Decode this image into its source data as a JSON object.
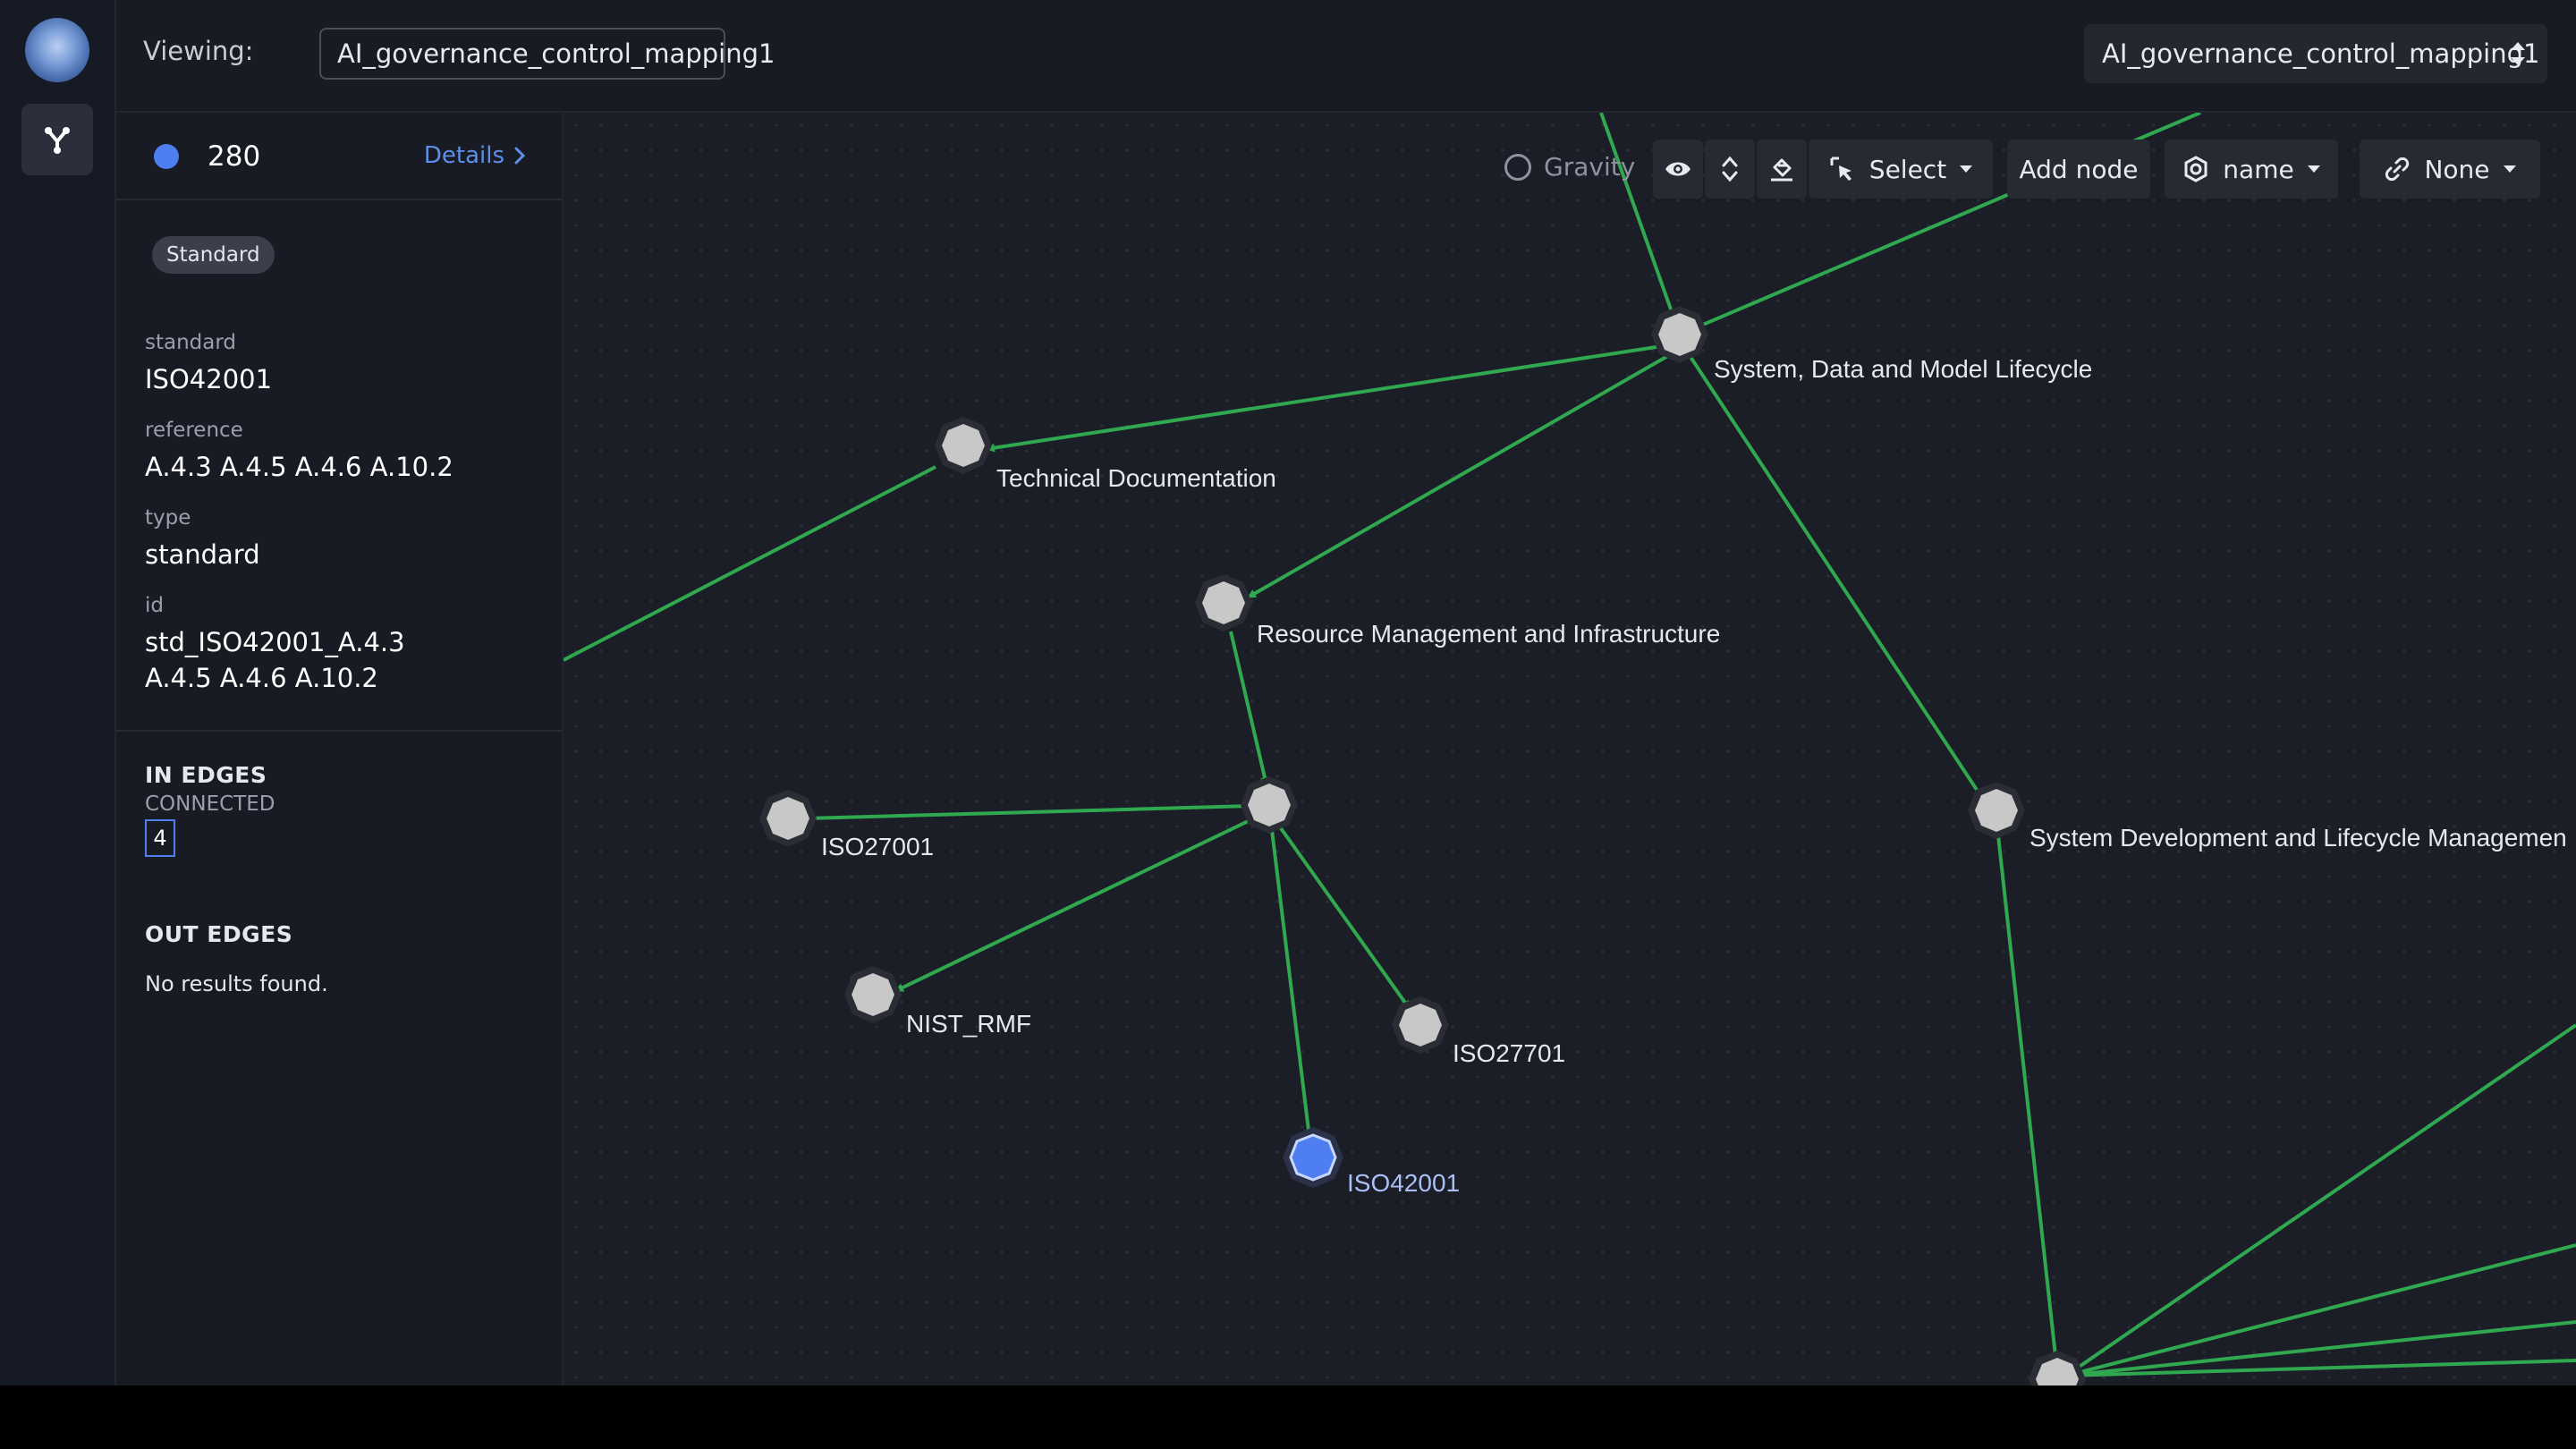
{
  "topbar": {
    "viewing_label": "Viewing:",
    "viewing_value": "AI_governance_control_mapping1",
    "graph_select": "AI_governance_control_mapping1"
  },
  "panel": {
    "count": "280",
    "details_label": "Details",
    "badge": "Standard",
    "fields": [
      {
        "label": "standard",
        "value": "ISO42001"
      },
      {
        "label": "reference",
        "value": "A.4.3 A.4.5 A.4.6 A.10.2"
      },
      {
        "label": "type",
        "value": "standard"
      },
      {
        "label": "id",
        "value": "std_ISO42001_A.4.3 A.4.5 A.4.6 A.10.2"
      }
    ],
    "in_edges_title": "IN EDGES",
    "connected_label": "CONNECTED",
    "connected_count": "4",
    "out_edges_title": "OUT EDGES",
    "no_results": "No results found."
  },
  "toolbar": {
    "gravity": "Gravity",
    "select": "Select",
    "add_node": "Add node",
    "name_select": "name",
    "link_select": "None"
  },
  "colors": {
    "edge": "#2fa84f",
    "node": "#c8c8c8",
    "selected_node": "#4e7ef0",
    "accent": "#5e8fe8"
  },
  "nodes": [
    {
      "id": "sys_data_model",
      "label": "System, Data and Model Lifecycle"
    },
    {
      "id": "tech_doc",
      "label": "Technical Documentation"
    },
    {
      "id": "resource_mgmt",
      "label": "Resource Management and Infrastructure"
    },
    {
      "id": "hub",
      "label": ""
    },
    {
      "id": "iso27001",
      "label": "ISO27001"
    },
    {
      "id": "nist_rmf",
      "label": "NIST_RMF"
    },
    {
      "id": "iso27701",
      "label": "ISO27701"
    },
    {
      "id": "iso42001",
      "label": "ISO42001",
      "selected": true
    },
    {
      "id": "sys_dev",
      "label": "System Development and Lifecycle Managemen"
    },
    {
      "id": "bottom_node",
      "label": ""
    }
  ]
}
